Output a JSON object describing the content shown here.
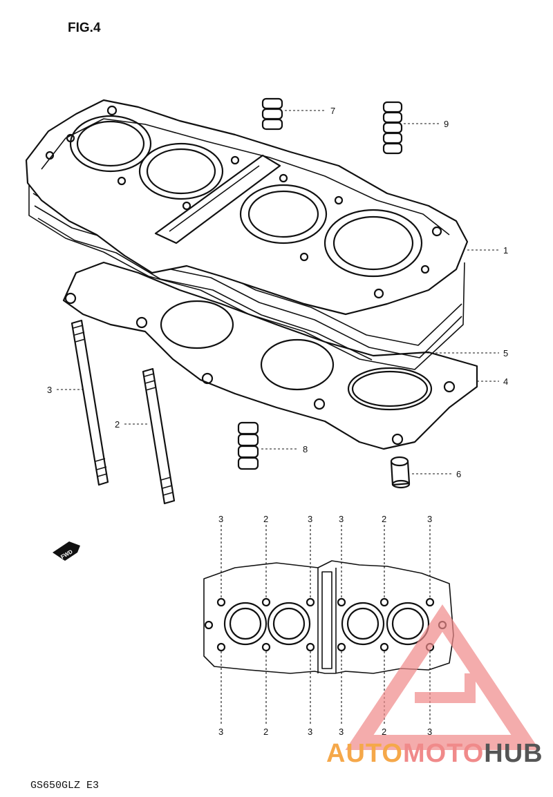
{
  "figure_label": "FIG.4",
  "footer_code": "GS650GLZ  E3",
  "fwd_label": "FWD",
  "watermark": {
    "part1": "AUTO",
    "part2": "MOTO",
    "part3": "HUB",
    "color1": "#f5a84a",
    "color2": "#f08a8a",
    "color3": "#555555"
  },
  "callouts": {
    "c1": "1",
    "c2": "2",
    "c3": "3",
    "c4": "4",
    "c5": "5",
    "c6": "6",
    "c7": "7",
    "c8": "8",
    "c9": "9"
  },
  "bolt_pattern_top": [
    "3",
    "2",
    "3",
    "3",
    "2",
    "3"
  ],
  "bolt_pattern_bottom": [
    "3",
    "2",
    "3",
    "3",
    "2",
    "3"
  ]
}
